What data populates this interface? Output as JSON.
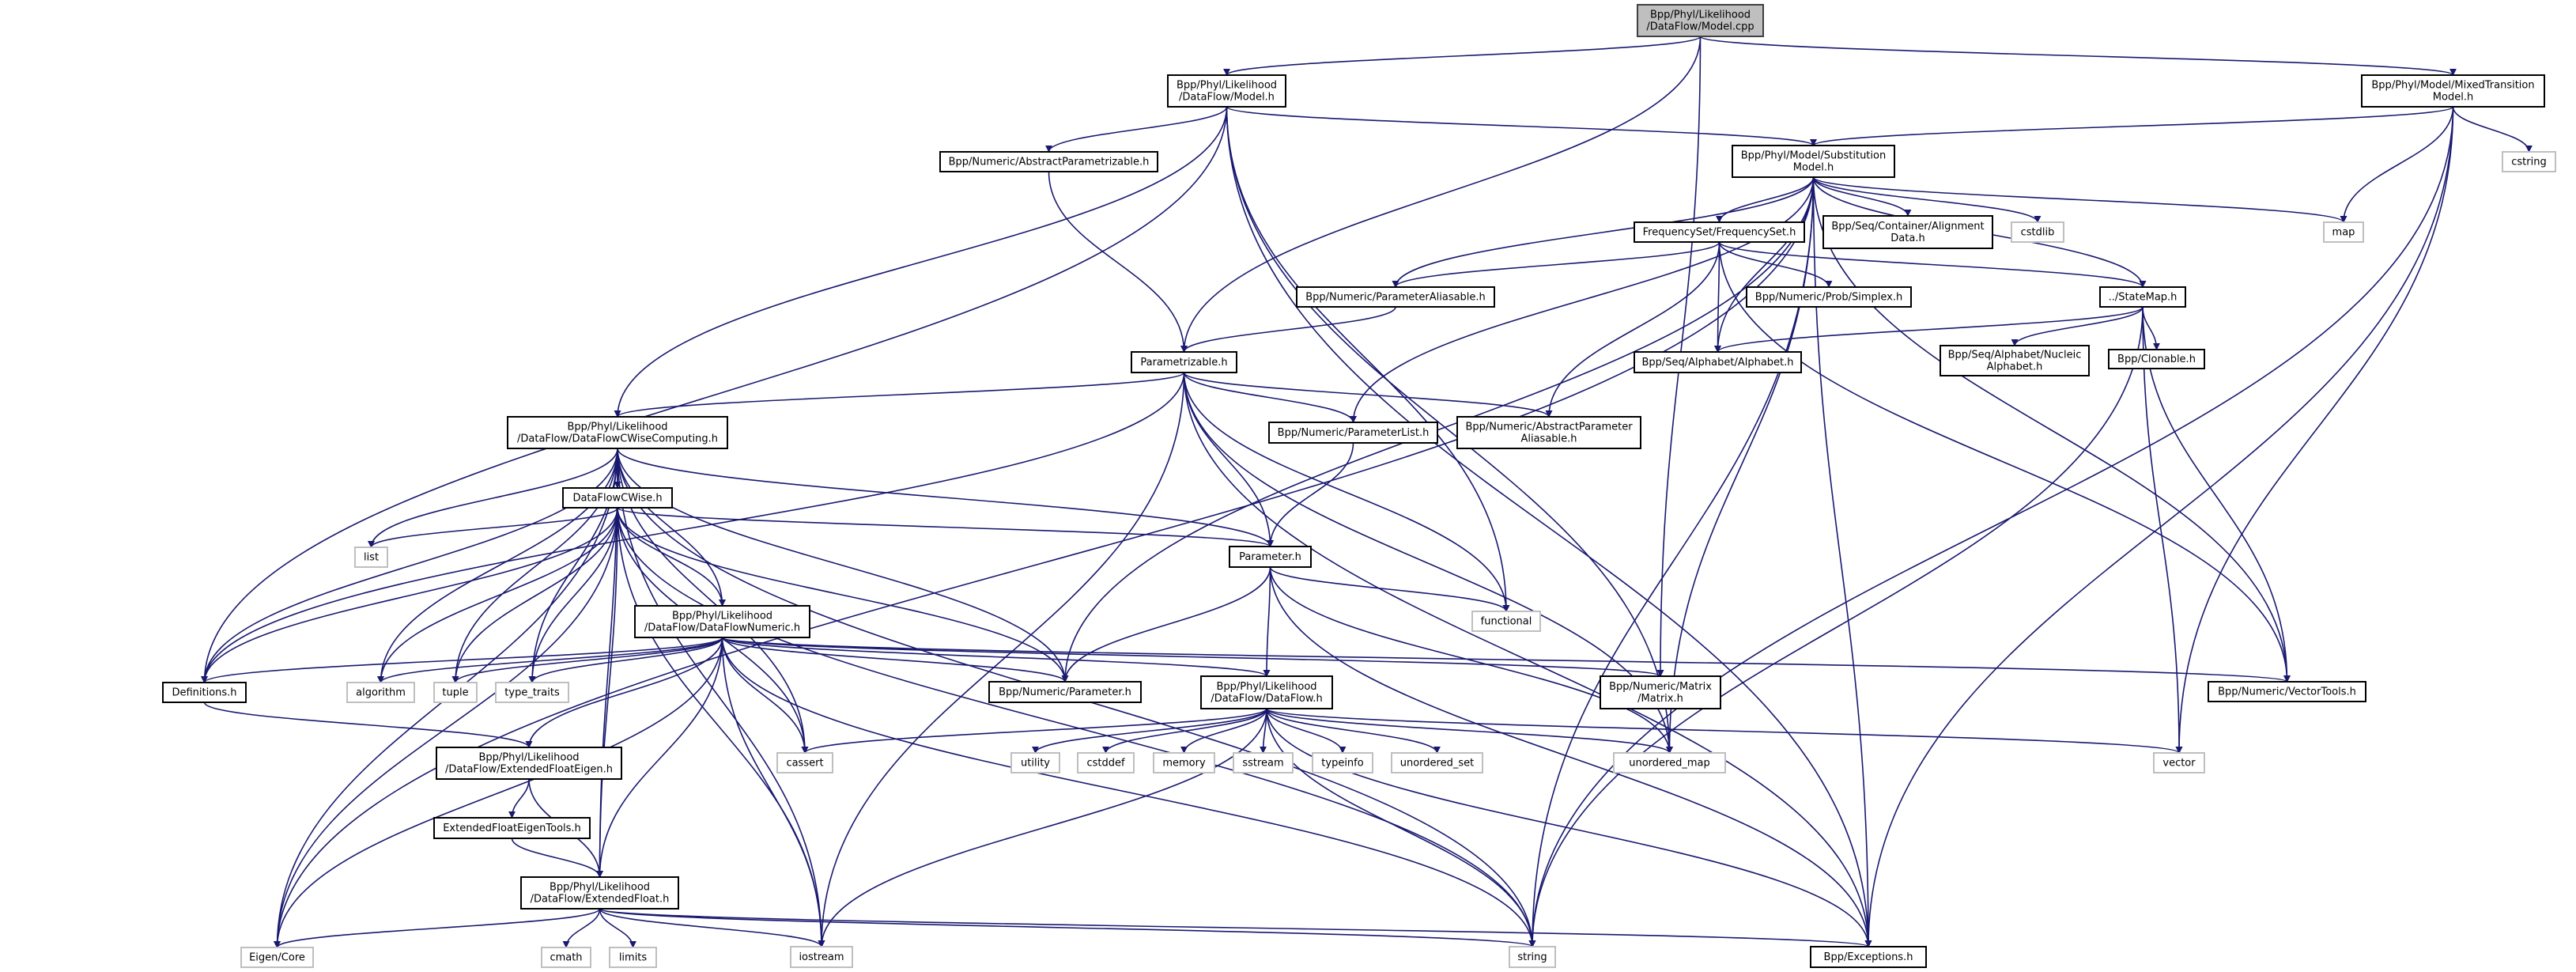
{
  "colors": {
    "edge": "#191970",
    "root_fill": "#bfbfbf",
    "system_border": "#bfbfbf"
  },
  "nodes": {
    "cpp": {
      "lines": [
        "Bpp/Phyl/Likelihood",
        "/DataFlow/Model.cpp"
      ],
      "kind": "root"
    },
    "model_h": {
      "lines": [
        "Bpp/Phyl/Likelihood",
        "/DataFlow/Model.h"
      ]
    },
    "mixed": {
      "lines": [
        "Bpp/Phyl/Model/MixedTransition",
        "Model.h"
      ]
    },
    "absparam": {
      "lines": [
        "Bpp/Numeric/AbstractParametrizable.h"
      ]
    },
    "subst": {
      "lines": [
        "Bpp/Phyl/Model/Substitution",
        "Model.h"
      ]
    },
    "cstring": {
      "lines": [
        "cstring"
      ],
      "kind": "sys"
    },
    "freqset": {
      "lines": [
        "FrequencySet/FrequencySet.h"
      ]
    },
    "aligndata": {
      "lines": [
        "Bpp/Seq/Container/Alignment",
        "Data.h"
      ]
    },
    "cstdlib": {
      "lines": [
        "cstdlib"
      ],
      "kind": "sys"
    },
    "map": {
      "lines": [
        "map"
      ],
      "kind": "sys"
    },
    "paramalias": {
      "lines": [
        "Bpp/Numeric/ParameterAliasable.h"
      ]
    },
    "simplex": {
      "lines": [
        "Bpp/Numeric/Prob/Simplex.h"
      ]
    },
    "statemap": {
      "lines": [
        "../StateMap.h"
      ]
    },
    "parametrizable": {
      "lines": [
        "Parametrizable.h"
      ]
    },
    "alphabet": {
      "lines": [
        "Bpp/Seq/Alphabet/Alphabet.h"
      ]
    },
    "nucleic": {
      "lines": [
        "Bpp/Seq/Alphabet/Nucleic",
        "Alphabet.h"
      ]
    },
    "clonable": {
      "lines": [
        "Bpp/Clonable.h"
      ]
    },
    "cwisecomp": {
      "lines": [
        "Bpp/Phyl/Likelihood",
        "/DataFlow/DataFlowCWiseComputing.h"
      ]
    },
    "paramlist": {
      "lines": [
        "Bpp/Numeric/ParameterList.h"
      ]
    },
    "absparamalias": {
      "lines": [
        "Bpp/Numeric/AbstractParameter",
        "Aliasable.h"
      ]
    },
    "list": {
      "lines": [
        "list"
      ],
      "kind": "sys"
    },
    "cwise": {
      "lines": [
        "DataFlowCWise.h"
      ]
    },
    "parameter_h": {
      "lines": [
        "Parameter.h"
      ]
    },
    "functional": {
      "lines": [
        "functional"
      ],
      "kind": "sys"
    },
    "numeric": {
      "lines": [
        "Bpp/Phyl/Likelihood",
        "/DataFlow/DataFlowNumeric.h"
      ]
    },
    "definitions": {
      "lines": [
        "Definitions.h"
      ]
    },
    "algorithm": {
      "lines": [
        "algorithm"
      ],
      "kind": "sys"
    },
    "tuple": {
      "lines": [
        "tuple"
      ],
      "kind": "sys"
    },
    "type_traits": {
      "lines": [
        "type_traits"
      ],
      "kind": "sys"
    },
    "numparam": {
      "lines": [
        "Bpp/Numeric/Parameter.h"
      ]
    },
    "matrix": {
      "lines": [
        "Bpp/Numeric/Matrix",
        "/Matrix.h"
      ]
    },
    "vectortools": {
      "lines": [
        "Bpp/Numeric/VectorTools.h"
      ]
    },
    "dataflow": {
      "lines": [
        "Bpp/Phyl/Likelihood",
        "/DataFlow/DataFlow.h"
      ]
    },
    "cassert": {
      "lines": [
        "cassert"
      ],
      "kind": "sys"
    },
    "utility": {
      "lines": [
        "utility"
      ],
      "kind": "sys"
    },
    "cstddef": {
      "lines": [
        "cstddef"
      ],
      "kind": "sys"
    },
    "memory": {
      "lines": [
        "memory"
      ],
      "kind": "sys"
    },
    "sstream": {
      "lines": [
        "sstream"
      ],
      "kind": "sys"
    },
    "typeinfo": {
      "lines": [
        "typeinfo"
      ],
      "kind": "sys"
    },
    "unordered_set": {
      "lines": [
        "unordered_set"
      ],
      "kind": "sys"
    },
    "unordered_map": {
      "lines": [
        "unordered_map"
      ],
      "kind": "sys"
    },
    "vector": {
      "lines": [
        "vector"
      ],
      "kind": "sys"
    },
    "efeigen": {
      "lines": [
        "Bpp/Phyl/Likelihood",
        "/DataFlow/ExtendedFloatEigen.h"
      ]
    },
    "efeigentools": {
      "lines": [
        "ExtendedFloatEigenTools.h"
      ]
    },
    "extfloat": {
      "lines": [
        "Bpp/Phyl/Likelihood",
        "/DataFlow/ExtendedFloat.h"
      ]
    },
    "eigencore": {
      "lines": [
        "Eigen/Core"
      ],
      "kind": "sys"
    },
    "cmath": {
      "lines": [
        "cmath"
      ],
      "kind": "sys"
    },
    "limits": {
      "lines": [
        "limits"
      ],
      "kind": "sys"
    },
    "iostream": {
      "lines": [
        "iostream"
      ],
      "kind": "sys"
    },
    "string": {
      "lines": [
        "string"
      ],
      "kind": "sys"
    },
    "exceptions": {
      "lines": [
        "Bpp/Exceptions.h"
      ]
    }
  },
  "edges": [
    [
      "cpp",
      "model_h"
    ],
    [
      "cpp",
      "mixed"
    ],
    [
      "cpp",
      "parametrizable"
    ],
    [
      "cpp",
      "matrix"
    ],
    [
      "model_h",
      "absparam"
    ],
    [
      "model_h",
      "subst"
    ],
    [
      "model_h",
      "definitions"
    ],
    [
      "model_h",
      "cwisecomp"
    ],
    [
      "model_h",
      "exceptions"
    ],
    [
      "model_h",
      "functional"
    ],
    [
      "model_h",
      "unordered_map"
    ],
    [
      "mixed",
      "subst"
    ],
    [
      "mixed",
      "cstring"
    ],
    [
      "mixed",
      "map"
    ],
    [
      "mixed",
      "vector"
    ],
    [
      "mixed",
      "string"
    ],
    [
      "mixed",
      "exceptions"
    ],
    [
      "absparam",
      "parametrizable"
    ],
    [
      "subst",
      "freqset"
    ],
    [
      "subst",
      "aligndata"
    ],
    [
      "subst",
      "cstdlib"
    ],
    [
      "subst",
      "map"
    ],
    [
      "subst",
      "statemap"
    ],
    [
      "subst",
      "paramalias"
    ],
    [
      "subst",
      "alphabet"
    ],
    [
      "subst",
      "numparam"
    ],
    [
      "subst",
      "paramlist"
    ],
    [
      "subst",
      "eigencore"
    ],
    [
      "subst",
      "vectortools"
    ],
    [
      "subst",
      "string"
    ],
    [
      "subst",
      "exceptions"
    ],
    [
      "subst",
      "unordered_map"
    ],
    [
      "freqset",
      "paramalias"
    ],
    [
      "freqset",
      "simplex"
    ],
    [
      "freqset",
      "statemap"
    ],
    [
      "freqset",
      "alphabet"
    ],
    [
      "freqset",
      "absparamalias"
    ],
    [
      "freqset",
      "vectortools"
    ],
    [
      "paramalias",
      "parametrizable"
    ],
    [
      "statemap",
      "alphabet"
    ],
    [
      "statemap",
      "nucleic"
    ],
    [
      "statemap",
      "clonable"
    ],
    [
      "statemap",
      "vectortools"
    ],
    [
      "statemap",
      "vector"
    ],
    [
      "statemap",
      "string"
    ],
    [
      "parametrizable",
      "cwisecomp"
    ],
    [
      "parametrizable",
      "paramlist"
    ],
    [
      "parametrizable",
      "absparamalias"
    ],
    [
      "parametrizable",
      "parameter_h"
    ],
    [
      "parametrizable",
      "functional"
    ],
    [
      "parametrizable",
      "definitions"
    ],
    [
      "parametrizable",
      "exceptions"
    ],
    [
      "parametrizable",
      "unordered_map"
    ],
    [
      "parametrizable",
      "iostream"
    ],
    [
      "paramlist",
      "parameter_h"
    ],
    [
      "cwisecomp",
      "list"
    ],
    [
      "cwisecomp",
      "cwise"
    ],
    [
      "cwisecomp",
      "numeric"
    ],
    [
      "cwisecomp",
      "parameter_h"
    ],
    [
      "cwisecomp",
      "definitions"
    ],
    [
      "cwisecomp",
      "algorithm"
    ],
    [
      "cwisecomp",
      "tuple"
    ],
    [
      "cwisecomp",
      "type_traits"
    ],
    [
      "cwisecomp",
      "numparam"
    ],
    [
      "cwisecomp",
      "cassert"
    ],
    [
      "cwisecomp",
      "iostream"
    ],
    [
      "cwisecomp",
      "string"
    ],
    [
      "cwisecomp",
      "eigencore"
    ],
    [
      "cwisecomp",
      "extfloat"
    ],
    [
      "cwise",
      "list"
    ],
    [
      "cwise",
      "parameter_h"
    ],
    [
      "cwise",
      "numeric"
    ],
    [
      "cwise",
      "definitions"
    ],
    [
      "cwise",
      "algorithm"
    ],
    [
      "cwise",
      "tuple"
    ],
    [
      "cwise",
      "type_traits"
    ],
    [
      "cwise",
      "numparam"
    ],
    [
      "cwise",
      "cassert"
    ],
    [
      "cwise",
      "iostream"
    ],
    [
      "cwise",
      "string"
    ],
    [
      "cwise",
      "eigencore"
    ],
    [
      "cwise",
      "extfloat"
    ],
    [
      "parameter_h",
      "functional"
    ],
    [
      "parameter_h",
      "numparam"
    ],
    [
      "parameter_h",
      "dataflow"
    ],
    [
      "parameter_h",
      "unordered_map"
    ],
    [
      "parameter_h",
      "exceptions"
    ],
    [
      "numeric",
      "definitions"
    ],
    [
      "numeric",
      "algorithm"
    ],
    [
      "numeric",
      "tuple"
    ],
    [
      "numeric",
      "type_traits"
    ],
    [
      "numeric",
      "numparam"
    ],
    [
      "numeric",
      "dataflow"
    ],
    [
      "numeric",
      "matrix"
    ],
    [
      "numeric",
      "vectortools"
    ],
    [
      "numeric",
      "efeigen"
    ],
    [
      "numeric",
      "extfloat"
    ],
    [
      "numeric",
      "cassert"
    ],
    [
      "numeric",
      "eigencore"
    ],
    [
      "numeric",
      "iostream"
    ],
    [
      "numeric",
      "string"
    ],
    [
      "definitions",
      "efeigen"
    ],
    [
      "efeigen",
      "efeigentools"
    ],
    [
      "efeigen",
      "extfloat"
    ],
    [
      "efeigentools",
      "extfloat"
    ],
    [
      "dataflow",
      "cassert"
    ],
    [
      "dataflow",
      "utility"
    ],
    [
      "dataflow",
      "cstddef"
    ],
    [
      "dataflow",
      "memory"
    ],
    [
      "dataflow",
      "sstream"
    ],
    [
      "dataflow",
      "typeinfo"
    ],
    [
      "dataflow",
      "unordered_set"
    ],
    [
      "dataflow",
      "unordered_map"
    ],
    [
      "dataflow",
      "vector"
    ],
    [
      "dataflow",
      "string"
    ],
    [
      "dataflow",
      "iostream"
    ],
    [
      "dataflow",
      "exceptions"
    ],
    [
      "extfloat",
      "eigencore"
    ],
    [
      "extfloat",
      "cmath"
    ],
    [
      "extfloat",
      "limits"
    ],
    [
      "extfloat",
      "iostream"
    ],
    [
      "extfloat",
      "string"
    ],
    [
      "extfloat",
      "exceptions"
    ]
  ]
}
